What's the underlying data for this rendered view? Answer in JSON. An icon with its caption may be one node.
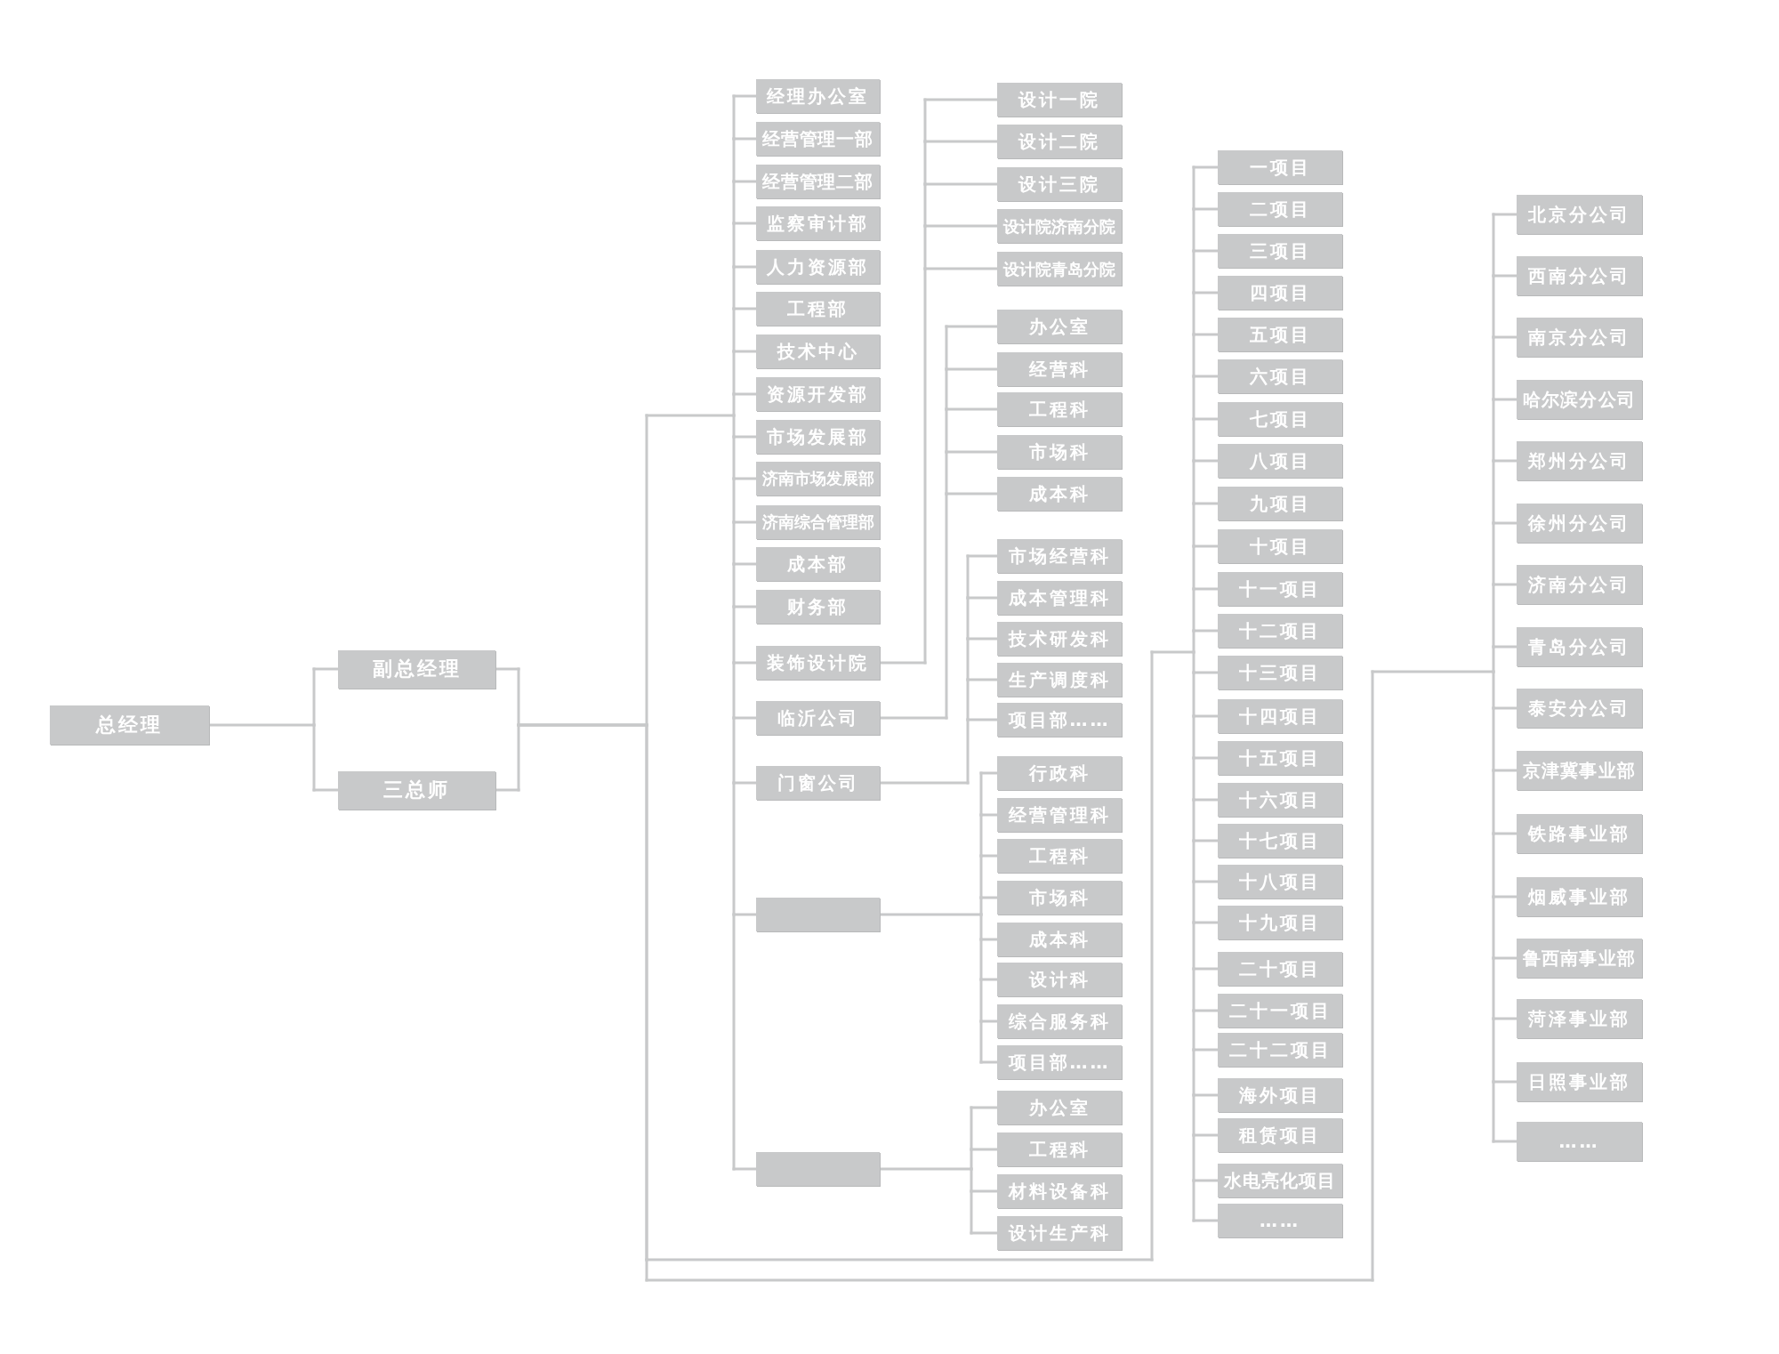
{
  "diagram": {
    "nodes": [
      {
        "text": [
          "总经理"
        ]
      },
      {
        "text": [
          "副总经理"
        ]
      },
      {
        "text": [
          "三总师"
        ]
      },
      {
        "text": [
          "经理办公室"
        ]
      },
      {
        "text": [
          "经营管理一部"
        ]
      },
      {
        "text": [
          "经营管理二部"
        ]
      },
      {
        "text": [
          "监察审计部"
        ]
      },
      {
        "text": [
          "人力资源部"
        ]
      },
      {
        "text": [
          "工程部"
        ]
      },
      {
        "text": [
          "技术中心"
        ]
      },
      {
        "text": [
          "资源开发部"
        ]
      },
      {
        "text": [
          "市场发展部"
        ]
      },
      {
        "text": [
          "济南市场发展部"
        ]
      },
      {
        "text": [
          "济南综合管理部"
        ]
      },
      {
        "text": [
          "成本部"
        ]
      },
      {
        "text": [
          "财务部"
        ]
      },
      {
        "text": [
          "装饰设计院"
        ]
      },
      {
        "text": [
          "临沂公司"
        ]
      },
      {
        "text": [
          "门窗公司"
        ]
      },
      {
        "text": [],
        "shape": "box"
      },
      {
        "text": [],
        "shape": "box"
      },
      {
        "text": [
          "设计一院"
        ]
      },
      {
        "text": [
          "设计二院"
        ]
      },
      {
        "text": [
          "设计三院"
        ]
      },
      {
        "text": [
          "设计院济南分院"
        ]
      },
      {
        "text": [
          "设计院青岛分院"
        ]
      },
      {
        "text": [
          "办公室"
        ]
      },
      {
        "text": [
          "经营科"
        ]
      },
      {
        "text": [
          "工程科"
        ]
      },
      {
        "text": [
          "市场科"
        ]
      },
      {
        "text": [
          "成本科"
        ]
      },
      {
        "text": [
          "市场经营科"
        ]
      },
      {
        "text": [
          "成本管理科"
        ]
      },
      {
        "text": [
          "技术研发科"
        ]
      },
      {
        "text": [
          "生产调度科"
        ]
      },
      {
        "text": [
          "项目部……"
        ]
      },
      {
        "text": [
          "行政科"
        ]
      },
      {
        "text": [
          "经营管理科"
        ]
      },
      {
        "text": [
          "工程科"
        ]
      },
      {
        "text": [
          "市场科"
        ]
      },
      {
        "text": [
          "成本科"
        ]
      },
      {
        "text": [
          "设计科"
        ]
      },
      {
        "text": [
          "综合服务科"
        ]
      },
      {
        "text": [
          "项目部……"
        ]
      },
      {
        "text": [
          "办公室"
        ]
      },
      {
        "text": [
          "工程科"
        ]
      },
      {
        "text": [
          "材料设备科"
        ]
      },
      {
        "text": [
          "设计生产科"
        ]
      },
      {
        "text": [
          "一项目"
        ]
      },
      {
        "text": [
          "二项目"
        ]
      },
      {
        "text": [
          "三项目"
        ]
      },
      {
        "text": [
          "四项目"
        ]
      },
      {
        "text": [
          "五项目"
        ]
      },
      {
        "text": [
          "六项目"
        ]
      },
      {
        "text": [
          "七项目"
        ]
      },
      {
        "text": [
          "八项目"
        ]
      },
      {
        "text": [
          "九项目"
        ]
      },
      {
        "text": [
          "十项目"
        ]
      },
      {
        "text": [
          "十一项目"
        ]
      },
      {
        "text": [
          "十二项目"
        ]
      },
      {
        "text": [
          "十三项目"
        ]
      },
      {
        "text": [
          "十四项目"
        ]
      },
      {
        "text": [
          "十五项目"
        ]
      },
      {
        "text": [
          "十六项目"
        ]
      },
      {
        "text": [
          "十七项目"
        ]
      },
      {
        "text": [
          "十八项目"
        ]
      },
      {
        "text": [
          "十九项目"
        ]
      },
      {
        "text": [
          "二十项目"
        ]
      },
      {
        "text": [
          "二十一项目"
        ]
      },
      {
        "text": [
          "二十二项目"
        ]
      },
      {
        "text": [
          "海外项目"
        ]
      },
      {
        "text": [
          "租赁项目"
        ]
      },
      {
        "text": [
          "水电亮化项目"
        ]
      },
      {
        "text": [
          "……"
        ]
      },
      {
        "text": [
          "北京分公司"
        ]
      },
      {
        "text": [
          "西南分公司"
        ]
      },
      {
        "text": [
          "南京分公司"
        ]
      },
      {
        "text": [
          "哈尔滨分公司"
        ]
      },
      {
        "text": [
          "郑州分公司"
        ]
      },
      {
        "text": [
          "徐州分公司"
        ]
      },
      {
        "text": [
          "济南分公司"
        ]
      },
      {
        "text": [
          "青岛分公司"
        ]
      },
      {
        "text": [
          "泰安分公司"
        ]
      },
      {
        "text": [
          "京津冀事业部"
        ]
      },
      {
        "text": [
          "铁路事业部"
        ]
      },
      {
        "text": [
          "烟威事业部"
        ]
      },
      {
        "text": [
          "鲁西南事业部"
        ]
      },
      {
        "text": [
          "菏泽事业部"
        ]
      },
      {
        "text": [
          "日照事业部"
        ]
      },
      {
        "text": [
          "……"
        ]
      }
    ],
    "edges": [
      {
        "from": 0,
        "to": 1,
        "arrow": "none"
      },
      {
        "from": 0,
        "to": 2,
        "arrow": "none"
      },
      {
        "from": 1,
        "to": 3,
        "arrow": "none"
      },
      {
        "from": 1,
        "to": 4,
        "arrow": "none"
      },
      {
        "from": 1,
        "to": 5,
        "arrow": "none"
      },
      {
        "from": 1,
        "to": 6,
        "arrow": "none"
      },
      {
        "from": 1,
        "to": 7,
        "arrow": "none"
      },
      {
        "from": 1,
        "to": 8,
        "arrow": "none"
      },
      {
        "from": 1,
        "to": 9,
        "arrow": "none"
      },
      {
        "from": 1,
        "to": 10,
        "arrow": "none"
      },
      {
        "from": 1,
        "to": 11,
        "arrow": "none"
      },
      {
        "from": 1,
        "to": 12,
        "arrow": "none"
      },
      {
        "from": 1,
        "to": 13,
        "arrow": "none"
      },
      {
        "from": 1,
        "to": 14,
        "arrow": "none"
      },
      {
        "from": 1,
        "to": 15,
        "arrow": "none"
      },
      {
        "from": 1,
        "to": 16,
        "arrow": "none"
      },
      {
        "from": 1,
        "to": 17,
        "arrow": "none"
      },
      {
        "from": 1,
        "to": 18,
        "arrow": "none"
      },
      {
        "from": 1,
        "to": 19,
        "arrow": "none"
      },
      {
        "from": 1,
        "to": 20,
        "arrow": "none"
      },
      {
        "from": 2,
        "to": 3,
        "arrow": "none"
      },
      {
        "from": 2,
        "to": 4,
        "arrow": "none"
      },
      {
        "from": 2,
        "to": 5,
        "arrow": "none"
      },
      {
        "from": 2,
        "to": 6,
        "arrow": "none"
      },
      {
        "from": 2,
        "to": 7,
        "arrow": "none"
      },
      {
        "from": 2,
        "to": 8,
        "arrow": "none"
      },
      {
        "from": 2,
        "to": 9,
        "arrow": "none"
      },
      {
        "from": 2,
        "to": 10,
        "arrow": "none"
      },
      {
        "from": 2,
        "to": 11,
        "arrow": "none"
      },
      {
        "from": 2,
        "to": 12,
        "arrow": "none"
      },
      {
        "from": 2,
        "to": 13,
        "arrow": "none"
      },
      {
        "from": 2,
        "to": 14,
        "arrow": "none"
      },
      {
        "from": 2,
        "to": 15,
        "arrow": "none"
      },
      {
        "from": 2,
        "to": 16,
        "arrow": "none"
      },
      {
        "from": 2,
        "to": 17,
        "arrow": "none"
      },
      {
        "from": 2,
        "to": 18,
        "arrow": "none"
      },
      {
        "from": 2,
        "to": 19,
        "arrow": "none"
      },
      {
        "from": 2,
        "to": 20,
        "arrow": "none"
      },
      {
        "from": 16,
        "to": 21,
        "arrow": "none"
      },
      {
        "from": 16,
        "to": 22,
        "arrow": "none"
      },
      {
        "from": 16,
        "to": 23,
        "arrow": "none"
      },
      {
        "from": 16,
        "to": 24,
        "arrow": "none"
      },
      {
        "from": 16,
        "to": 25,
        "arrow": "none"
      },
      {
        "from": 17,
        "to": 26,
        "arrow": "none"
      },
      {
        "from": 17,
        "to": 27,
        "arrow": "none"
      },
      {
        "from": 17,
        "to": 28,
        "arrow": "none"
      },
      {
        "from": 17,
        "to": 29,
        "arrow": "none"
      },
      {
        "from": 17,
        "to": 30,
        "arrow": "none"
      },
      {
        "from": 18,
        "to": 31,
        "arrow": "none"
      },
      {
        "from": 18,
        "to": 32,
        "arrow": "none"
      },
      {
        "from": 18,
        "to": 33,
        "arrow": "none"
      },
      {
        "from": 18,
        "to": 34,
        "arrow": "none"
      },
      {
        "from": 18,
        "to": 35,
        "arrow": "none"
      },
      {
        "from": 19,
        "to": 36,
        "arrow": "none"
      },
      {
        "from": 19,
        "to": 37,
        "arrow": "none"
      },
      {
        "from": 19,
        "to": 38,
        "arrow": "none"
      },
      {
        "from": 19,
        "to": 39,
        "arrow": "none"
      },
      {
        "from": 19,
        "to": 40,
        "arrow": "none"
      },
      {
        "from": 19,
        "to": 41,
        "arrow": "none"
      },
      {
        "from": 19,
        "to": 42,
        "arrow": "none"
      },
      {
        "from": 19,
        "to": 43,
        "arrow": "none"
      },
      {
        "from": 20,
        "to": 44,
        "arrow": "none"
      },
      {
        "from": 20,
        "to": 45,
        "arrow": "none"
      },
      {
        "from": 20,
        "to": 46,
        "arrow": "none"
      },
      {
        "from": 20,
        "to": 47,
        "arrow": "none"
      },
      {
        "from": 1,
        "to": 48,
        "arrow": "none"
      },
      {
        "from": 1,
        "to": 49,
        "arrow": "none"
      },
      {
        "from": 1,
        "to": 50,
        "arrow": "none"
      },
      {
        "from": 1,
        "to": 51,
        "arrow": "none"
      },
      {
        "from": 1,
        "to": 52,
        "arrow": "none"
      },
      {
        "from": 1,
        "to": 53,
        "arrow": "none"
      },
      {
        "from": 1,
        "to": 54,
        "arrow": "none"
      },
      {
        "from": 1,
        "to": 55,
        "arrow": "none"
      },
      {
        "from": 1,
        "to": 56,
        "arrow": "none"
      },
      {
        "from": 1,
        "to": 57,
        "arrow": "none"
      },
      {
        "from": 1,
        "to": 58,
        "arrow": "none"
      },
      {
        "from": 1,
        "to": 59,
        "arrow": "none"
      },
      {
        "from": 1,
        "to": 60,
        "arrow": "none"
      },
      {
        "from": 1,
        "to": 61,
        "arrow": "none"
      },
      {
        "from": 1,
        "to": 62,
        "arrow": "none"
      },
      {
        "from": 1,
        "to": 63,
        "arrow": "none"
      },
      {
        "from": 1,
        "to": 64,
        "arrow": "none"
      },
      {
        "from": 1,
        "to": 65,
        "arrow": "none"
      },
      {
        "from": 1,
        "to": 66,
        "arrow": "none"
      },
      {
        "from": 1,
        "to": 67,
        "arrow": "none"
      },
      {
        "from": 1,
        "to": 68,
        "arrow": "none"
      },
      {
        "from": 1,
        "to": 69,
        "arrow": "none"
      },
      {
        "from": 1,
        "to": 70,
        "arrow": "none"
      },
      {
        "from": 1,
        "to": 71,
        "arrow": "none"
      },
      {
        "from": 1,
        "to": 72,
        "arrow": "none"
      },
      {
        "from": 1,
        "to": 73,
        "arrow": "none"
      },
      {
        "from": 2,
        "to": 48,
        "arrow": "none"
      },
      {
        "from": 2,
        "to": 49,
        "arrow": "none"
      },
      {
        "from": 2,
        "to": 50,
        "arrow": "none"
      },
      {
        "from": 2,
        "to": 51,
        "arrow": "none"
      },
      {
        "from": 2,
        "to": 52,
        "arrow": "none"
      },
      {
        "from": 2,
        "to": 53,
        "arrow": "none"
      },
      {
        "from": 2,
        "to": 54,
        "arrow": "none"
      },
      {
        "from": 2,
        "to": 55,
        "arrow": "none"
      },
      {
        "from": 2,
        "to": 56,
        "arrow": "none"
      },
      {
        "from": 2,
        "to": 57,
        "arrow": "none"
      },
      {
        "from": 2,
        "to": 58,
        "arrow": "none"
      },
      {
        "from": 2,
        "to": 59,
        "arrow": "none"
      },
      {
        "from": 2,
        "to": 60,
        "arrow": "none"
      },
      {
        "from": 2,
        "to": 61,
        "arrow": "none"
      },
      {
        "from": 2,
        "to": 62,
        "arrow": "none"
      },
      {
        "from": 2,
        "to": 63,
        "arrow": "none"
      },
      {
        "from": 2,
        "to": 64,
        "arrow": "none"
      },
      {
        "from": 2,
        "to": 65,
        "arrow": "none"
      },
      {
        "from": 2,
        "to": 66,
        "arrow": "none"
      },
      {
        "from": 2,
        "to": 67,
        "arrow": "none"
      },
      {
        "from": 2,
        "to": 68,
        "arrow": "none"
      },
      {
        "from": 2,
        "to": 69,
        "arrow": "none"
      },
      {
        "from": 2,
        "to": 70,
        "arrow": "none"
      },
      {
        "from": 2,
        "to": 71,
        "arrow": "none"
      },
      {
        "from": 2,
        "to": 72,
        "arrow": "none"
      },
      {
        "from": 2,
        "to": 73,
        "arrow": "none"
      },
      {
        "from": 1,
        "to": 74,
        "arrow": "none"
      },
      {
        "from": 1,
        "to": 75,
        "arrow": "none"
      },
      {
        "from": 1,
        "to": 76,
        "arrow": "none"
      },
      {
        "from": 1,
        "to": 77,
        "arrow": "none"
      },
      {
        "from": 1,
        "to": 78,
        "arrow": "none"
      },
      {
        "from": 1,
        "to": 79,
        "arrow": "none"
      },
      {
        "from": 1,
        "to": 80,
        "arrow": "none"
      },
      {
        "from": 1,
        "to": 81,
        "arrow": "none"
      },
      {
        "from": 1,
        "to": 82,
        "arrow": "none"
      },
      {
        "from": 1,
        "to": 83,
        "arrow": "none"
      },
      {
        "from": 1,
        "to": 84,
        "arrow": "none"
      },
      {
        "from": 1,
        "to": 85,
        "arrow": "none"
      },
      {
        "from": 1,
        "to": 86,
        "arrow": "none"
      },
      {
        "from": 1,
        "to": 87,
        "arrow": "none"
      },
      {
        "from": 1,
        "to": 88,
        "arrow": "none"
      },
      {
        "from": 1,
        "to": 89,
        "arrow": "none"
      },
      {
        "from": 2,
        "to": 74,
        "arrow": "none"
      },
      {
        "from": 2,
        "to": 75,
        "arrow": "none"
      },
      {
        "from": 2,
        "to": 76,
        "arrow": "none"
      },
      {
        "from": 2,
        "to": 77,
        "arrow": "none"
      },
      {
        "from": 2,
        "to": 78,
        "arrow": "none"
      },
      {
        "from": 2,
        "to": 79,
        "arrow": "none"
      },
      {
        "from": 2,
        "to": 80,
        "arrow": "none"
      },
      {
        "from": 2,
        "to": 81,
        "arrow": "none"
      },
      {
        "from": 2,
        "to": 82,
        "arrow": "none"
      },
      {
        "from": 2,
        "to": 83,
        "arrow": "none"
      },
      {
        "from": 2,
        "to": 84,
        "arrow": "none"
      },
      {
        "from": 2,
        "to": 85,
        "arrow": "none"
      },
      {
        "from": 2,
        "to": 86,
        "arrow": "none"
      },
      {
        "from": 2,
        "to": 87,
        "arrow": "none"
      },
      {
        "from": 2,
        "to": 88,
        "arrow": "none"
      },
      {
        "from": 2,
        "to": 89,
        "arrow": "none"
      }
    ]
  }
}
